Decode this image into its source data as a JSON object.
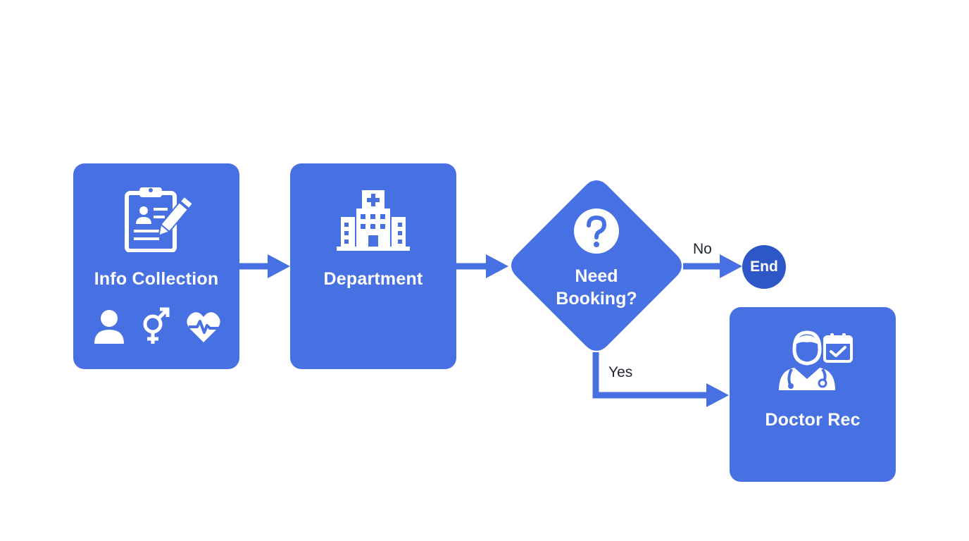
{
  "nodes": {
    "info_collection": {
      "label": "Info Collection"
    },
    "department": {
      "label": "Department"
    },
    "decision": {
      "line1": "Need",
      "line2": "Booking?"
    },
    "end": {
      "label": "End"
    },
    "doctor_rec": {
      "label": "Doctor Rec"
    }
  },
  "edges": {
    "no_label": "No",
    "yes_label": "Yes"
  },
  "icons": {
    "info_collection": [
      "clipboard-pen-icon",
      "person-icon",
      "gender-icon",
      "heart-pulse-icon"
    ],
    "department": [
      "hospital-icon"
    ],
    "decision": [
      "question-icon"
    ],
    "doctor_rec": [
      "doctor-icon",
      "calendar-check-icon"
    ]
  },
  "colors": {
    "node_fill": "#4771e3",
    "end_fill": "#2d57c7",
    "connector": "#4771e3",
    "icon": "#ffffff",
    "edge_text": "#1f2430",
    "background": "#ffffff"
  }
}
